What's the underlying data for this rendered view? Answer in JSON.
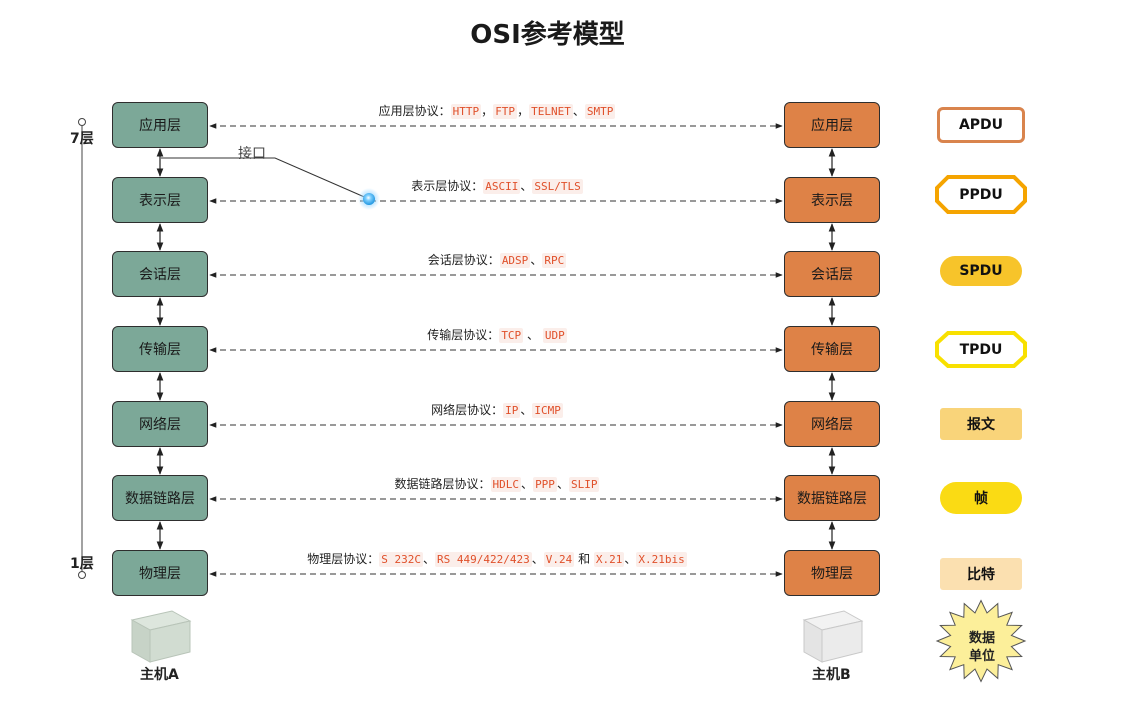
{
  "title": "OSI参考模型",
  "host_a": {
    "label": "主机A",
    "layers": [
      "应用层",
      "表示层",
      "会话层",
      "传输层",
      "网络层",
      "数据链路层",
      "物理层"
    ]
  },
  "host_b": {
    "label": "主机B",
    "layers": [
      "应用层",
      "表示层",
      "会话层",
      "传输层",
      "网络层",
      "数据链路层",
      "物理层"
    ]
  },
  "top_label": "7层",
  "bottom_label": "1层",
  "interface_label": "接口",
  "protocols": [
    {
      "prefix": "应用层协议：",
      "parts": [
        {
          "t": "HTTP",
          "c": true
        },
        {
          "t": "，",
          "c": false
        },
        {
          "t": "FTP",
          "c": true
        },
        {
          "t": "，",
          "c": false
        },
        {
          "t": "TELNET",
          "c": true
        },
        {
          "t": "、",
          "c": false
        },
        {
          "t": "SMTP",
          "c": true
        }
      ]
    },
    {
      "prefix": "表示层协议：",
      "parts": [
        {
          "t": "ASCII",
          "c": true
        },
        {
          "t": "、",
          "c": false
        },
        {
          "t": "SSL/TLS",
          "c": true
        }
      ]
    },
    {
      "prefix": "会话层协议：",
      "parts": [
        {
          "t": "ADSP",
          "c": true
        },
        {
          "t": "、",
          "c": false
        },
        {
          "t": "RPC",
          "c": true
        }
      ]
    },
    {
      "prefix": "传输层协议：",
      "parts": [
        {
          "t": "TCP",
          "c": true
        },
        {
          "t": " 、 ",
          "c": false
        },
        {
          "t": "UDP",
          "c": true
        }
      ]
    },
    {
      "prefix": "网络层协议：",
      "parts": [
        {
          "t": "IP",
          "c": true
        },
        {
          "t": "、",
          "c": false
        },
        {
          "t": "ICMP",
          "c": true
        }
      ]
    },
    {
      "prefix": "数据链路层协议：",
      "parts": [
        {
          "t": "HDLC",
          "c": true
        },
        {
          "t": "、",
          "c": false
        },
        {
          "t": "PPP",
          "c": true
        },
        {
          "t": "、",
          "c": false
        },
        {
          "t": "SLIP",
          "c": true
        }
      ]
    },
    {
      "prefix": "物理层协议：",
      "parts": [
        {
          "t": "S 232C",
          "c": true
        },
        {
          "t": "、",
          "c": false
        },
        {
          "t": "RS 449/422/423",
          "c": true
        },
        {
          "t": "、",
          "c": false
        },
        {
          "t": "V.24",
          "c": true
        },
        {
          "t": " 和 ",
          "c": false
        },
        {
          "t": "X.21",
          "c": true
        },
        {
          "t": "、",
          "c": false
        },
        {
          "t": "X.21bis",
          "c": true
        }
      ]
    }
  ],
  "pdus": [
    "APDU",
    "PPDU",
    "SPDU",
    "TPDU",
    "报文",
    "帧",
    "比特"
  ],
  "data_unit_label": "数据\n单位",
  "colors": {
    "host_a_layer": "#7ca898",
    "host_b_layer": "#de8247",
    "protocol_code": "#e0502a",
    "apdu_border": "#d9844d",
    "ppdu_border": "#f5a400",
    "spdu_fill": "#f7c42a",
    "tpdu_border": "#f8e000",
    "baowen_fill": "#f9d47a",
    "zhen_fill": "#fadb14",
    "bite_fill": "#fbe0b0",
    "starburst_fill": "#fcef9a"
  }
}
